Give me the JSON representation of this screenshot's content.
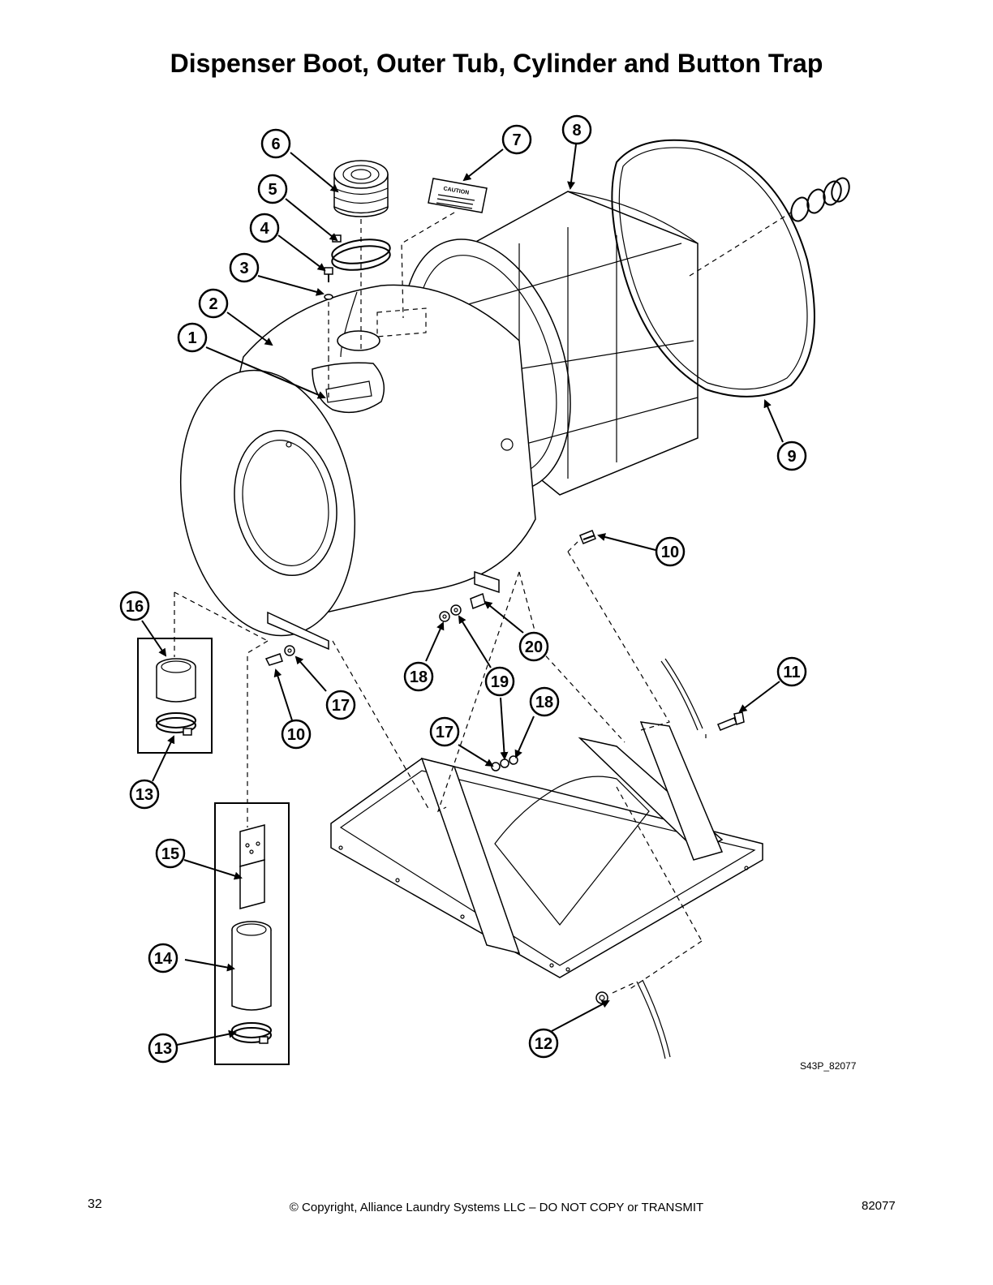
{
  "title": "Dispenser Boot, Outer Tub, Cylinder and Button Trap",
  "drawing_id": "S43P_82077",
  "footer": {
    "page_number": "32",
    "copyright": "© Copyright, Alliance Laundry Systems LLC – DO NOT COPY or TRANSMIT",
    "document_number": "82077"
  },
  "caution_label_text": "CAUTION",
  "callouts": [
    {
      "key": "c1",
      "label": "1"
    },
    {
      "key": "c2",
      "label": "2"
    },
    {
      "key": "c3",
      "label": "3"
    },
    {
      "key": "c4",
      "label": "4"
    },
    {
      "key": "c5",
      "label": "5"
    },
    {
      "key": "c6",
      "label": "6"
    },
    {
      "key": "c7",
      "label": "7"
    },
    {
      "key": "c8",
      "label": "8"
    },
    {
      "key": "c9",
      "label": "9"
    },
    {
      "key": "c10a",
      "label": "10"
    },
    {
      "key": "c10b",
      "label": "10"
    },
    {
      "key": "c11",
      "label": "11"
    },
    {
      "key": "c12",
      "label": "12"
    },
    {
      "key": "c13a",
      "label": "13"
    },
    {
      "key": "c13b",
      "label": "13"
    },
    {
      "key": "c14",
      "label": "14"
    },
    {
      "key": "c15",
      "label": "15"
    },
    {
      "key": "c16",
      "label": "16"
    },
    {
      "key": "c17a",
      "label": "17"
    },
    {
      "key": "c17b",
      "label": "17"
    },
    {
      "key": "c18a",
      "label": "18"
    },
    {
      "key": "c18b",
      "label": "18"
    },
    {
      "key": "c19",
      "label": "19"
    },
    {
      "key": "c20",
      "label": "20"
    }
  ]
}
